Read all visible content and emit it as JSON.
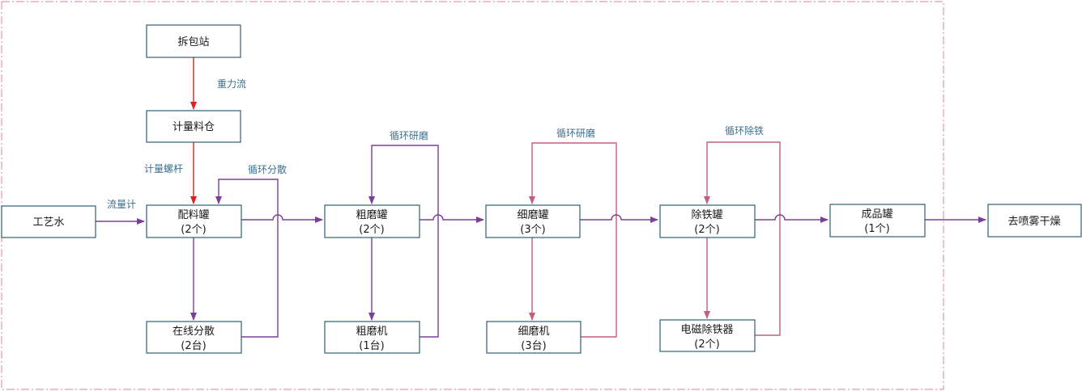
{
  "colors": {
    "frame": "#e89aa6",
    "purple_flow": "#7b3f98",
    "pink_flow": "#c0607e",
    "red_flow": "#e02020",
    "box_border": "#2e5f74",
    "label_text": "#3a6f8f"
  },
  "nodes": {
    "unpack": {
      "line1": "拆包站",
      "line2": ""
    },
    "meter_bin": {
      "line1": "计量料仓",
      "line2": ""
    },
    "water": {
      "line1": "工艺水",
      "line2": ""
    },
    "batch_tank": {
      "line1": "配料罐",
      "line2": "(2个)"
    },
    "inline_disperse": {
      "line1": "在线分散",
      "line2": "(2台)"
    },
    "coarse_tank": {
      "line1": "粗磨罐",
      "line2": "(2个)"
    },
    "coarse_mill": {
      "line1": "粗磨机",
      "line2": "(1台)"
    },
    "fine_tank": {
      "line1": "细磨罐",
      "line2": "(3个)"
    },
    "fine_mill": {
      "line1": "细磨机",
      "line2": "(3台)"
    },
    "iron_tank": {
      "line1": "除铁罐",
      "line2": "(2个)"
    },
    "magnet": {
      "line1": "电磁除铁器",
      "line2": "(2个)"
    },
    "product_tank": {
      "line1": "成品罐",
      "line2": "(1个)"
    },
    "spray_dry": {
      "line1": "去喷雾干燥",
      "line2": ""
    }
  },
  "edge_labels": {
    "gravity": "重力流",
    "screw": "计量螺杆",
    "flowmeter": "流量计",
    "circ_disperse": "循环分散",
    "circ_grind_1": "循环研磨",
    "circ_grind_2": "循环研磨",
    "circ_iron": "循环除铁"
  }
}
